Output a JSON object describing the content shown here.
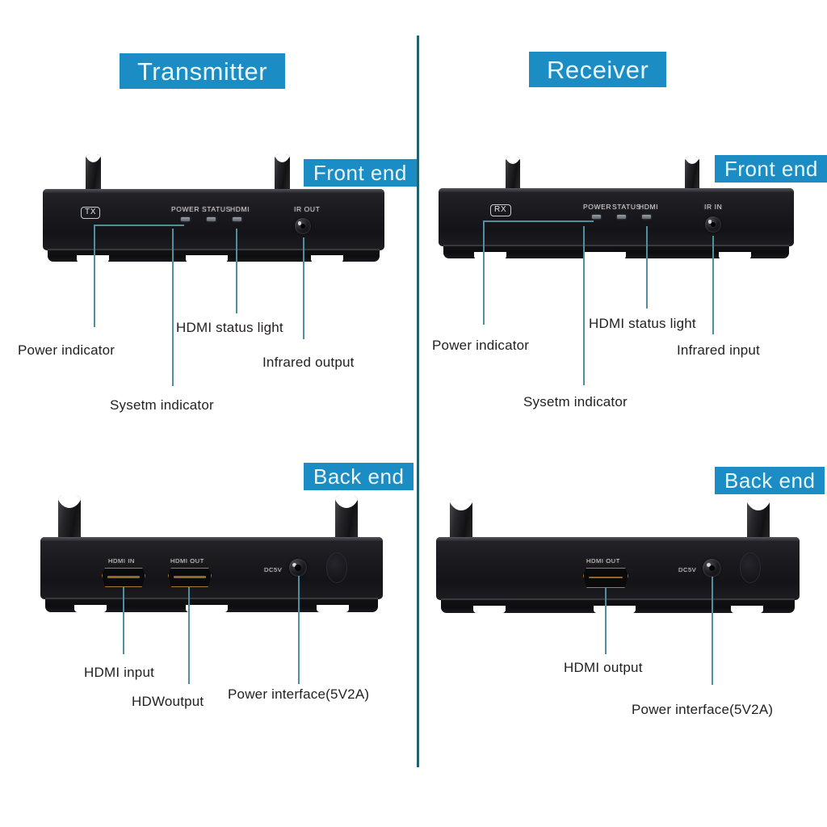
{
  "headers": {
    "transmitter": "Transmitter",
    "receiver": "Receiver"
  },
  "sections": {
    "front_end": "Front end",
    "back_end": "Back end"
  },
  "transmitter_front": {
    "tag": "TX",
    "silkscreen": {
      "power": "POWER",
      "status": "STATUS",
      "hdmi": "HDMI",
      "ir": "IR OUT"
    },
    "callouts": [
      "Power indicator",
      "Sysetm indicator",
      "HDMI status light",
      "Infrared output"
    ]
  },
  "receiver_front": {
    "tag": "RX",
    "silkscreen": {
      "power": "POWER",
      "status": "STATUS",
      "hdmi": "HDMI",
      "ir": "IR IN"
    },
    "callouts": [
      "Power indicator",
      "Sysetm indicator",
      "HDMI status light",
      "Infrared input"
    ]
  },
  "transmitter_back": {
    "silkscreen": {
      "hdmi_in": "HDMI IN",
      "hdmi_out": "HDMI OUT",
      "dc": "DC5V"
    },
    "callouts": [
      "HDMI input",
      "HDWoutput",
      "Power interface(5V2A)"
    ]
  },
  "receiver_back": {
    "silkscreen": {
      "hdmi_out": "HDMI OUT",
      "dc": "DC5V"
    },
    "callouts": [
      "HDMI output",
      "Power interface(5V2A)"
    ]
  },
  "colors": {
    "badge_blue": "#1b8dc4",
    "badge_text": "#e9f7fd",
    "divider_teal": "#1d5c6b",
    "leader_line": "#4f8fa0",
    "caption_text": "#231f20",
    "hdmi_gold": "#a97b2c",
    "background": "#ffffff"
  }
}
